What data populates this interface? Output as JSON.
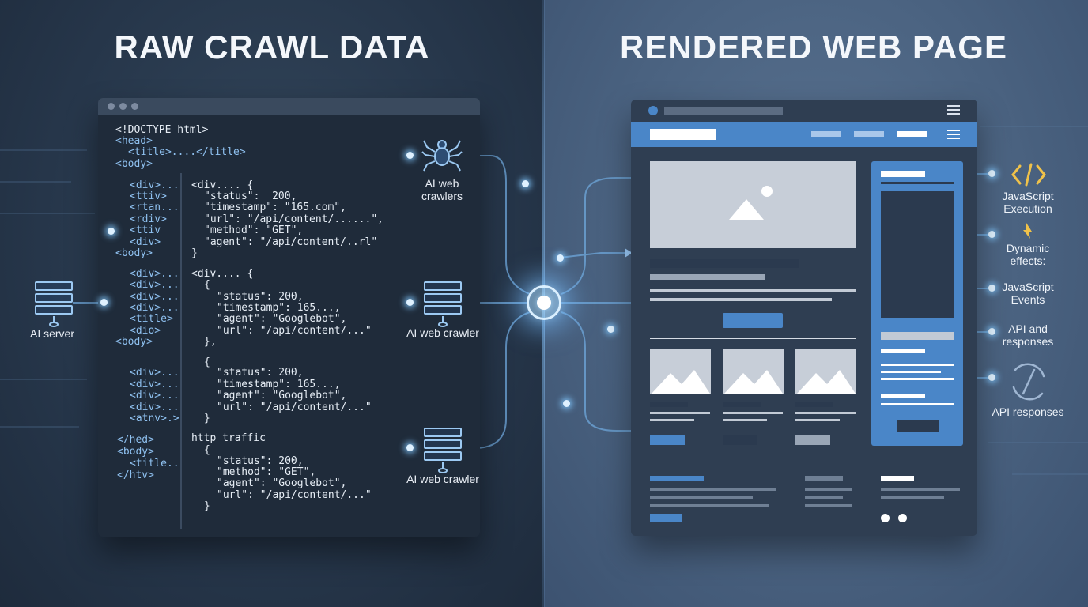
{
  "titles": {
    "left": "RAW CRAWL DATA",
    "right": "RENDERED WEB PAGE"
  },
  "code_lines": [
    "<!DOCTYPE html>",
    "<head>",
    "<title>....</title>",
    "<body>",
    "<div>...",
    "<ttiv>",
    "<rtan...",
    "<rdiv>",
    "<ttiv",
    "<div>",
    "<body>",
    "<div>...",
    "<div>...",
    "<div>...",
    "<div>...",
    "<title>",
    "<dio>",
    "<body>",
    "<div>...",
    "<div>...",
    "<div>...",
    "<div>...",
    "<atnv>.>",
    "</hed>",
    "<body>",
    "<title..",
    "</htv>"
  ],
  "json_lines": [
    "<div.... {",
    "\"status\":  200,",
    "\"timestamp\": \"165.com\",",
    "\"url\": \"/api/content/......\",",
    "\"method\": \"GET\",",
    "\"agent\": \"/api/content/..rl\"",
    "}",
    "<div.... {",
    "{",
    "\"status\": 200,",
    "\"timestamp\": 165...,",
    "\"agent\": \"Googlebot\",",
    "\"url\": \"/api/content/...\"",
    "},",
    "{",
    "\"status\": 200,",
    "\"timestamp\": 165...,",
    "\"agent\": \"Googlebot\",",
    "\"url\": \"/api/content/...\"",
    "}",
    "http traffic",
    "{",
    "\"status\": 200,",
    "\"method\": \"GET\",",
    "\"agent\": \"Googlebot\",",
    "\"url\": \"/api/content/...\"",
    "}"
  ],
  "nodes": {
    "ai_server": "AI server",
    "ai_web_crawlers": "AI web crawlers",
    "ai_web_crawler_1": "AI web crawler",
    "ai_web_crawler_2": "AI web crawler"
  },
  "features": {
    "js_execution": "JavaScript Execution",
    "dynamic_effects": "Dynamic effects:",
    "js_events": "JavaScript Events",
    "api_and_responses": "API and responses",
    "api_responses": "API responses"
  },
  "icons": [
    "server-icon",
    "spider-icon",
    "code-icon",
    "lightning-icon",
    "refresh-icon",
    "image-placeholder-icon",
    "hamburger-menu-icon"
  ],
  "colors": {
    "left_bg": "#26364a",
    "right_bg": "#4a6280",
    "accent_blue": "#4a86c8",
    "code_tag": "#8fc1f0",
    "icon_gold": "#f0c24a"
  }
}
